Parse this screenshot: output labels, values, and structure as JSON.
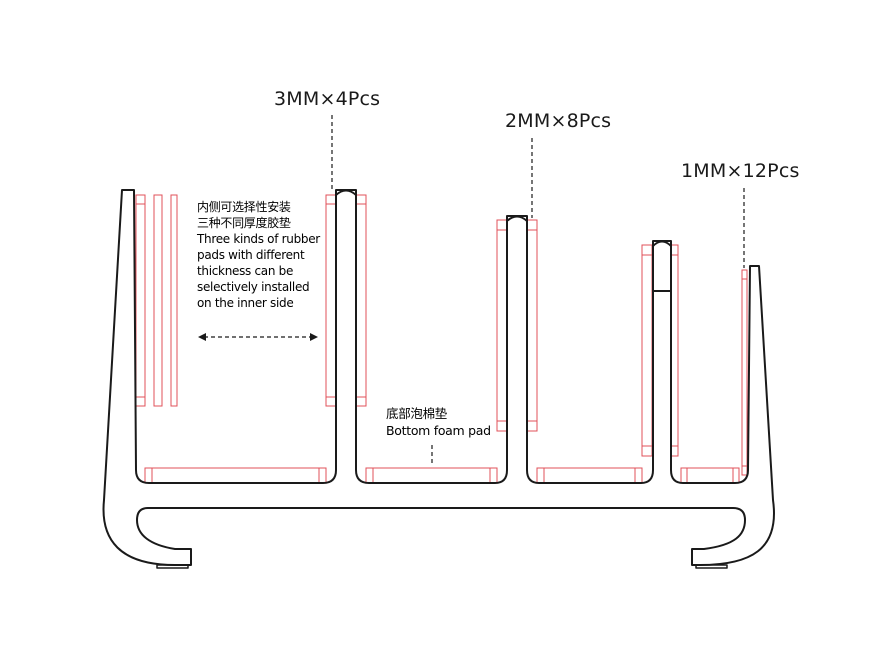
{
  "labels": {
    "thickness_3mm": "3MM×4Pcs",
    "thickness_2mm": "2MM×8Pcs",
    "thickness_1mm": "1MM×12Pcs"
  },
  "note": {
    "lines": [
      "内侧可选择性安装",
      "三种不同厚度胶垫",
      "Three kinds of rubber",
      "pads with different",
      "thickness can be",
      "selectively installed",
      "on the inner side"
    ]
  },
  "foam": {
    "lines": [
      "底部泡棉垫",
      "Bottom foam pad"
    ]
  },
  "colors": {
    "outline": "#1a1a1a",
    "pad": "#e0505a"
  }
}
